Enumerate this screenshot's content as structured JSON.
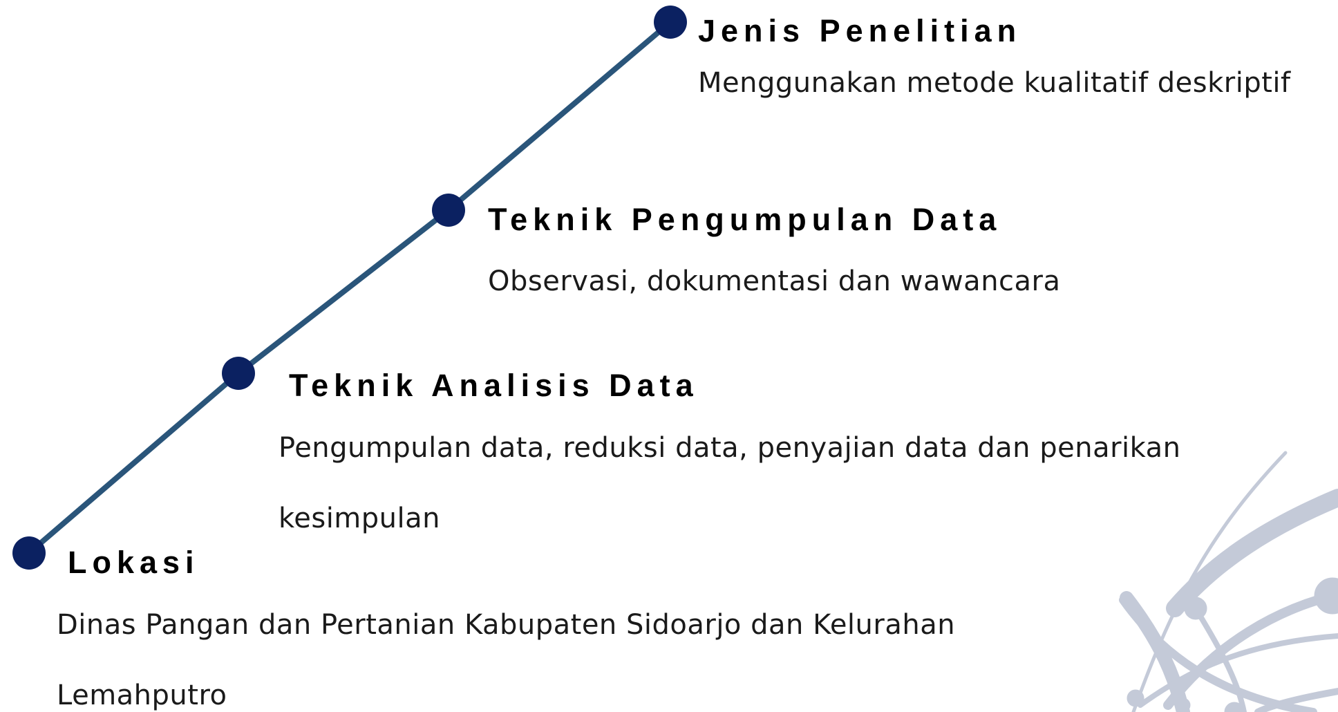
{
  "colors": {
    "line": "#2a557a",
    "node": "#0b2161",
    "decoration": "#c4cad8",
    "heading_text": "#000000",
    "body_text": "#1a1a1a"
  },
  "steps": [
    {
      "title": "Jenis Penelitian",
      "lines": [
        "Menggunakan metode kualitatif deskriptif"
      ]
    },
    {
      "title": "Teknik Pengumpulan Data",
      "lines": [
        "Observasi, dokumentasi dan wawancara"
      ]
    },
    {
      "title": "Teknik Analisis Data",
      "lines": [
        "Pengumpulan data, reduksi data, penyajian data dan penarikan",
        "kesimpulan"
      ]
    },
    {
      "title": "Lokasi",
      "lines": [
        "Dinas Pangan dan Pertanian Kabupaten Sidoarjo dan Kelurahan",
        "Lemahputro"
      ]
    }
  ]
}
